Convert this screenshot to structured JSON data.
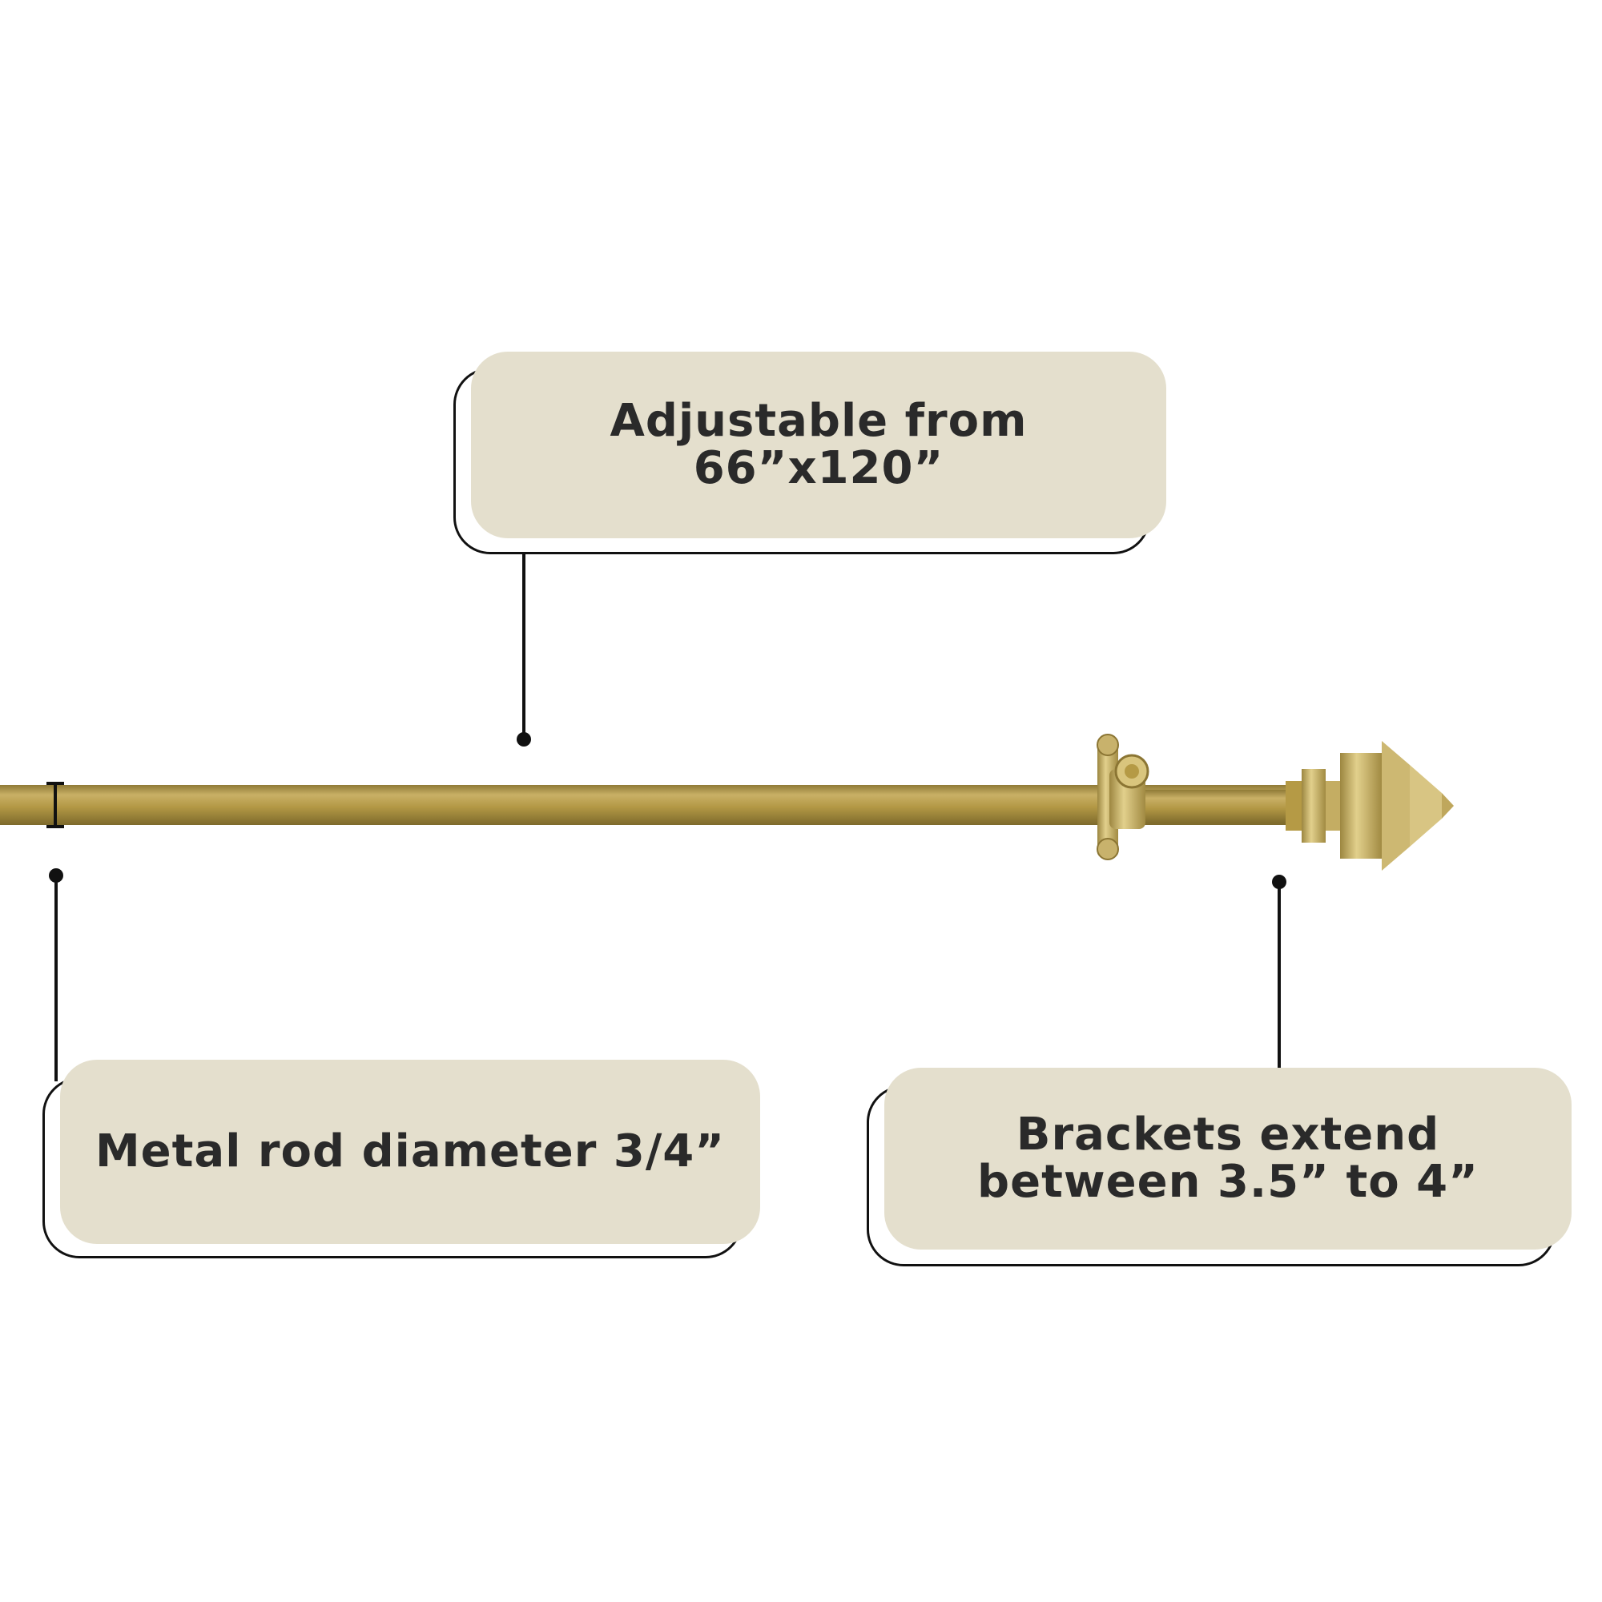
{
  "callouts": {
    "adjustable": "Adjustable from 66”x120”",
    "diameter": "Metal rod diameter 3/4”",
    "brackets": "Brackets extend between 3.5” to 4”"
  },
  "colors": {
    "rod_gold": "#b59a45",
    "callout_fill": "#e4dfcd",
    "callout_outline": "#111111",
    "text": "#2a2a2a"
  }
}
